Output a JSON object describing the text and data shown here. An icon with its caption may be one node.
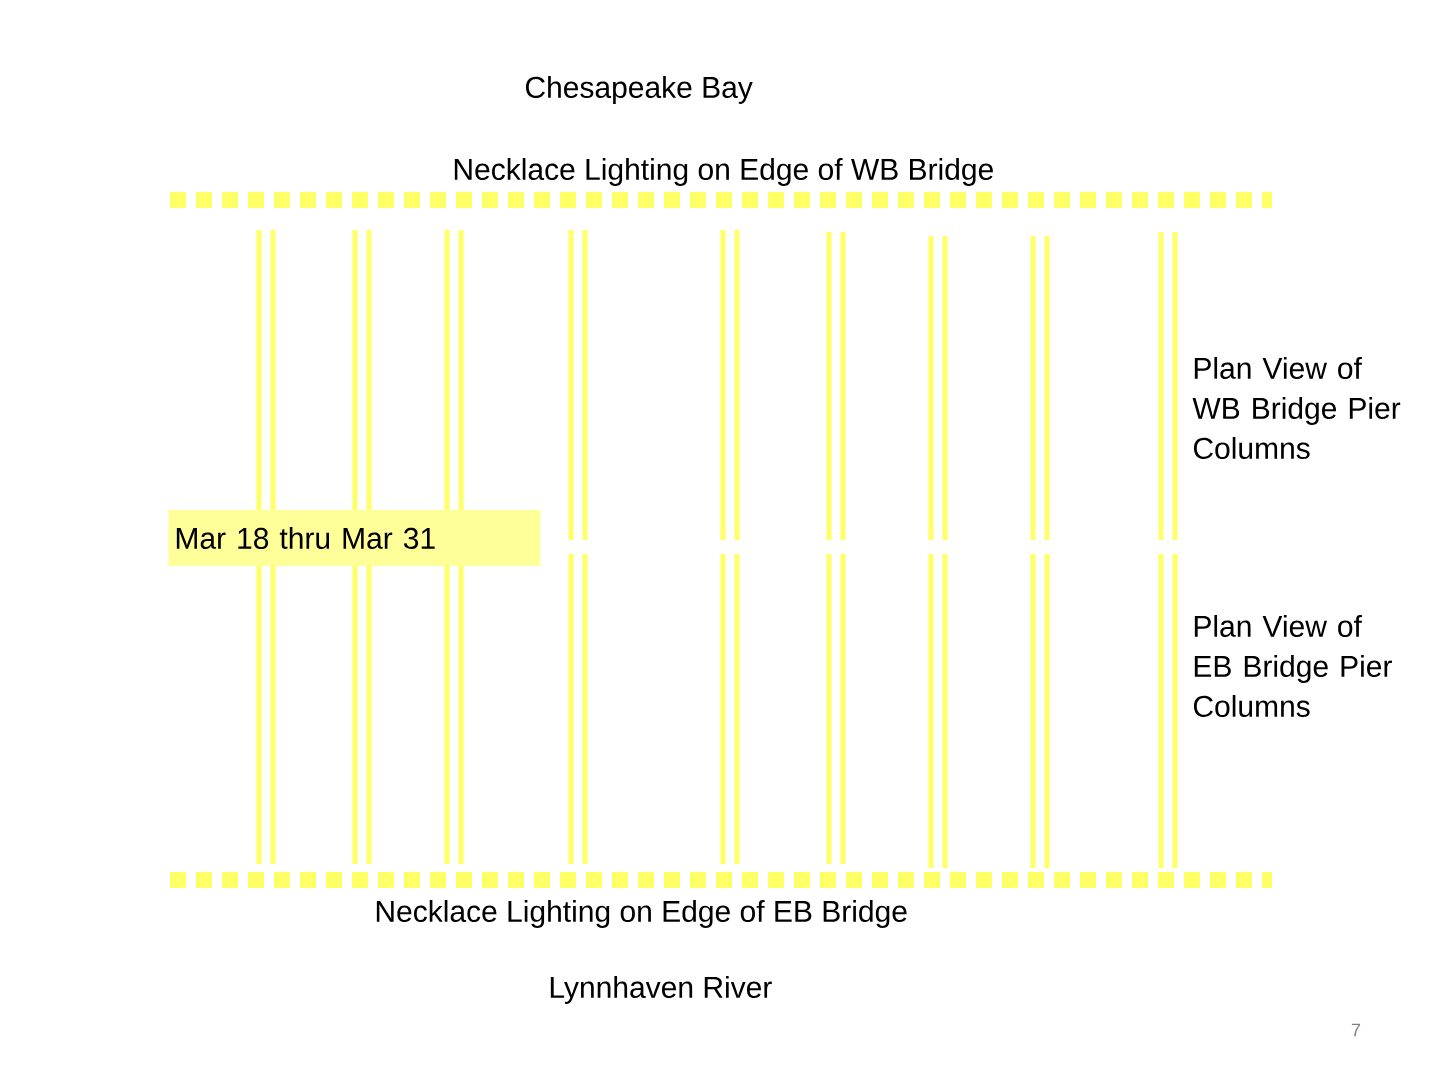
{
  "diagram": {
    "nodes": [
      {
        "text": [
          "Mar 18 thru Mar 31"
        ]
      }
    ],
    "labels": [
      "Chesapeake Bay",
      "Necklace Lighting on Edge of WB Bridge",
      "Plan View of WB Bridge Pier Columns",
      "Plan View of EB Bridge Pier Columns",
      "Necklace Lighting on Edge of EB Bridge",
      "Lynnhaven River",
      "7"
    ]
  }
}
